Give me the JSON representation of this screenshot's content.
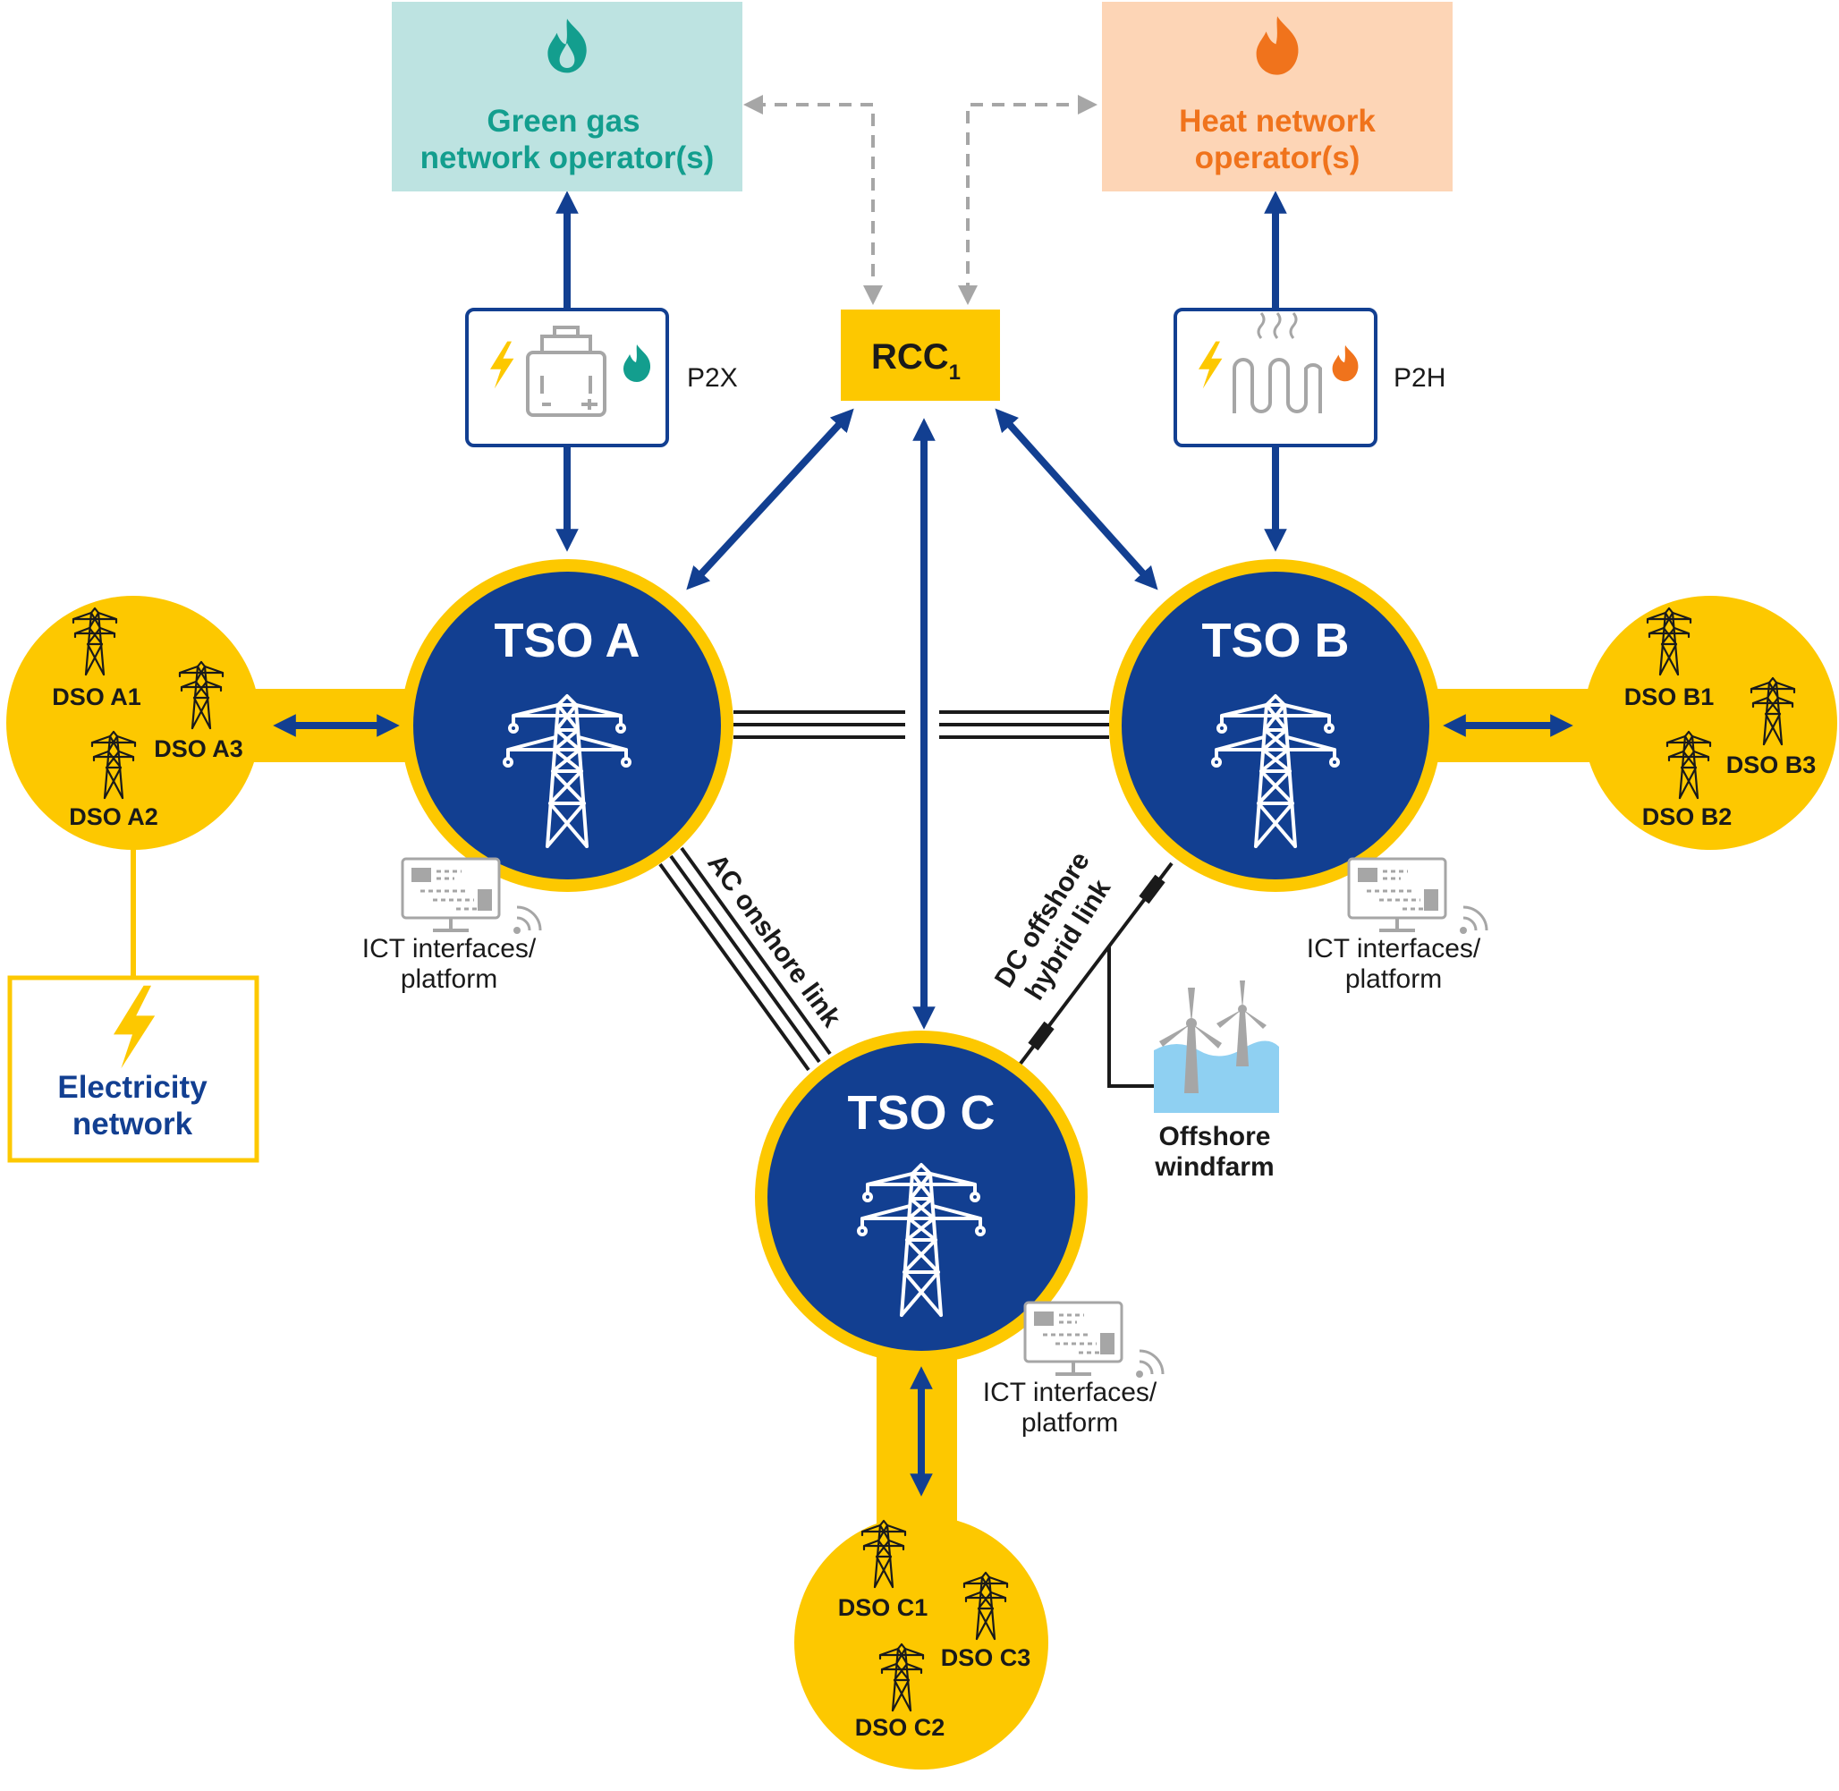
{
  "operators": {
    "green_gas": {
      "line1": "Green gas",
      "line2": "network operator(s)"
    },
    "heat": {
      "line1": "Heat network",
      "line2": "operator(s)"
    }
  },
  "converters": {
    "p2x": "P2X",
    "p2h": "P2H"
  },
  "rcc": {
    "label": "RCC",
    "subscript": "1"
  },
  "tsos": {
    "a": "TSO A",
    "b": "TSO B",
    "c": "TSO C"
  },
  "dsos": {
    "a1": "DSO A1",
    "a2": "DSO A2",
    "a3": "DSO A3",
    "b1": "DSO B1",
    "b2": "DSO B2",
    "b3": "DSO B3",
    "c1": "DSO C1",
    "c2": "DSO C2",
    "c3": "DSO C3"
  },
  "electricity_network": {
    "line1": "Electricity",
    "line2": "network"
  },
  "links": {
    "ac": "AC onshore link",
    "dc_line1": "DC offshore",
    "dc_line2": "hybrid link"
  },
  "windfarm": {
    "line1": "Offshore",
    "line2": "windfarm"
  },
  "ict": {
    "line1": "ICT interfaces/",
    "line2": "platform"
  },
  "colors": {
    "navy": "#123f91",
    "yellow": "#fdc800",
    "teal": "#139e8e",
    "teal_bg": "#bde3e1",
    "orange": "#f0731c",
    "orange_bg": "#fdd5b6",
    "grey": "#a6a6a6",
    "sea": "#8fd0f2"
  }
}
